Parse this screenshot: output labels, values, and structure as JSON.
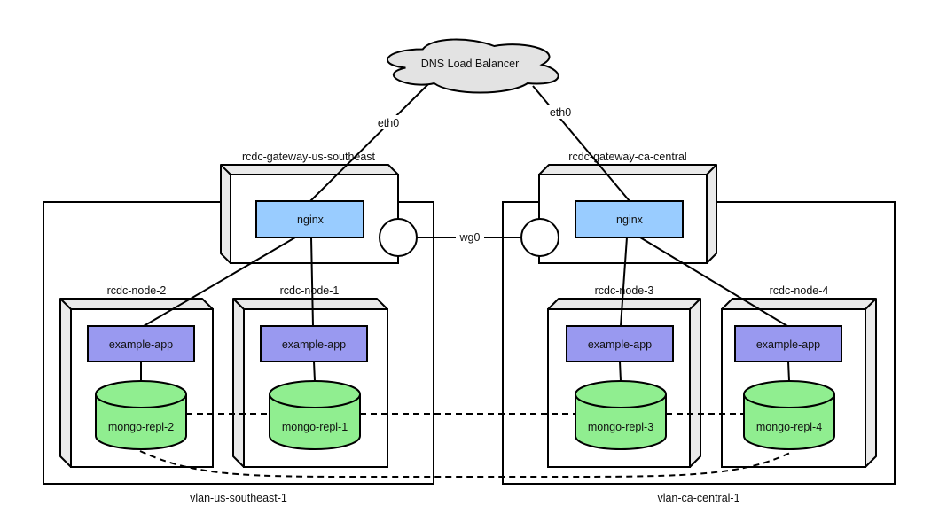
{
  "cloud": {
    "label": "DNS Load Balancer"
  },
  "interfaces": {
    "eth0_left": "eth0",
    "eth0_right": "eth0",
    "wg0": "wg0"
  },
  "gateways": [
    {
      "label": "rcdc-gateway-us-southeast",
      "service": "nginx"
    },
    {
      "label": "rcdc-gateway-ca-central",
      "service": "nginx"
    }
  ],
  "vlans": [
    {
      "label": "vlan-us-southeast-1"
    },
    {
      "label": "vlan-ca-central-1"
    }
  ],
  "nodes": [
    {
      "label": "rcdc-node-2",
      "app": "example-app",
      "db": "mongo-repl-2"
    },
    {
      "label": "rcdc-node-1",
      "app": "example-app",
      "db": "mongo-repl-1"
    },
    {
      "label": "rcdc-node-3",
      "app": "example-app",
      "db": "mongo-repl-3"
    },
    {
      "label": "rcdc-node-4",
      "app": "example-app",
      "db": "mongo-repl-4"
    }
  ],
  "colors": {
    "nginx": "#99CCFF",
    "app": "#9999F0",
    "db": "#90EE90",
    "cloud_fill": "#E3E3E3",
    "stroke": "#000000"
  }
}
